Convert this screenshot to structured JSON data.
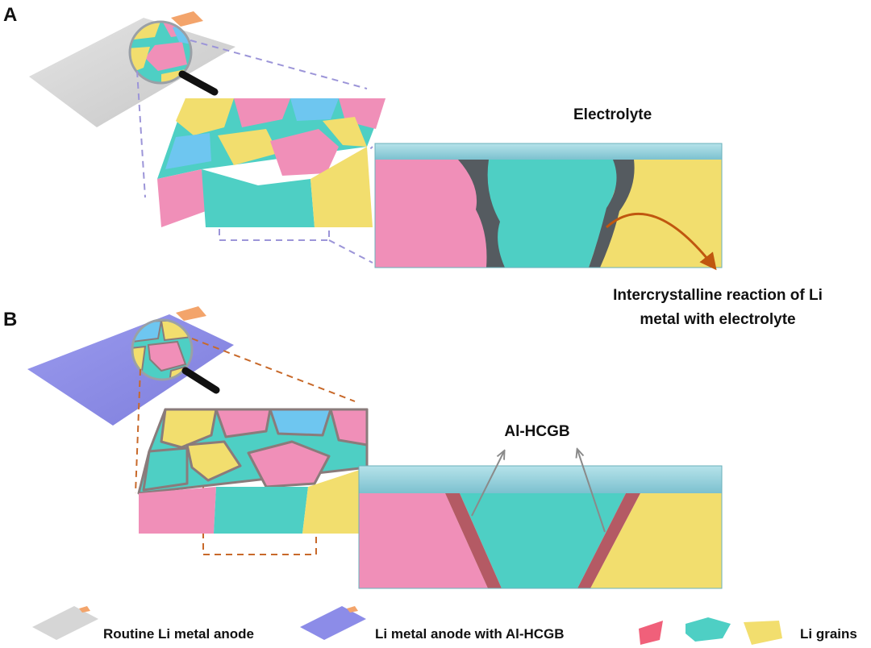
{
  "panels": {
    "a": {
      "letter": "A",
      "electrolyte_label": "Electrolyte",
      "reaction_label_line1": "Intercrystalline reaction of Li",
      "reaction_label_line2": "metal with electrolyte"
    },
    "b": {
      "letter": "B",
      "boundary_label": "Al-HCGB"
    }
  },
  "legend": {
    "routine_anode": "Routine Li metal anode",
    "hcgb_anode": "Li metal anode with Al-HCGB",
    "grains": "Li grains"
  },
  "colors": {
    "pink_grain": "#F08FB8",
    "teal_grain": "#4ECFC4",
    "yellow_grain": "#F2DE6E",
    "blue_grain": "#6EC6F0",
    "electrolyte": "#8ECFD8",
    "corrosion": "#555b60",
    "hcgb_boundary": "#B45A64",
    "routine_anode_sheet": "#D6D6D6",
    "hcgb_anode_sheet": "#8C8CE8",
    "tab": "#F3A46B",
    "dash_a": "#9C95D8",
    "dash_b": "#C8692A",
    "arrow_a": "#C0570F",
    "arrow_b": "#8A8A8A"
  }
}
